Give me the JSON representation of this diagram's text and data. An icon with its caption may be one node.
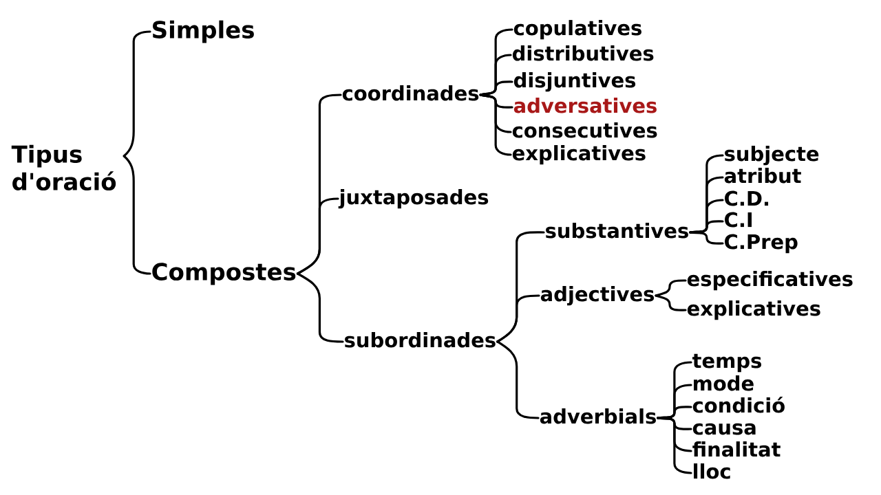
{
  "diagram": {
    "nodes": [
      {
        "text": [
          "Tipus d'oració"
        ]
      },
      {
        "text": [
          "Simples"
        ]
      },
      {
        "text": [
          "Compostes"
        ]
      },
      {
        "text": [
          "coordinades"
        ]
      },
      {
        "text": [
          "juxtaposades"
        ]
      },
      {
        "text": [
          "subordinades"
        ]
      },
      {
        "text": [
          "copulatives"
        ]
      },
      {
        "text": [
          "distributives"
        ]
      },
      {
        "text": [
          "disjuntives"
        ]
      },
      {
        "text": [
          "adversatives"
        ]
      },
      {
        "text": [
          "consecutives"
        ]
      },
      {
        "text": [
          "explicatives"
        ]
      },
      {
        "text": [
          "substantives"
        ]
      },
      {
        "text": [
          "adjectives"
        ]
      },
      {
        "text": [
          "adverbials"
        ]
      },
      {
        "text": [
          "subjecte"
        ]
      },
      {
        "text": [
          "atribut"
        ]
      },
      {
        "text": [
          "C.D."
        ]
      },
      {
        "text": [
          "C.I"
        ]
      },
      {
        "text": [
          "C.Prep"
        ]
      },
      {
        "text": [
          "especificatives"
        ]
      },
      {
        "text": [
          "explicatives"
        ]
      },
      {
        "text": [
          "temps"
        ]
      },
      {
        "text": [
          "mode"
        ]
      },
      {
        "text": [
          "condició"
        ]
      },
      {
        "text": [
          "causa"
        ]
      },
      {
        "text": [
          "finalitat"
        ]
      },
      {
        "text": [
          "lloc"
        ]
      }
    ],
    "edges": [
      {
        "from": 0,
        "to": 1,
        "arrow": "none"
      },
      {
        "from": 0,
        "to": 2,
        "arrow": "none"
      },
      {
        "from": 2,
        "to": 3,
        "arrow": "none"
      },
      {
        "from": 2,
        "to": 4,
        "arrow": "none"
      },
      {
        "from": 2,
        "to": 5,
        "arrow": "none"
      },
      {
        "from": 3,
        "to": 6,
        "arrow": "none"
      },
      {
        "from": 3,
        "to": 7,
        "arrow": "none"
      },
      {
        "from": 3,
        "to": 8,
        "arrow": "none"
      },
      {
        "from": 3,
        "to": 9,
        "arrow": "none"
      },
      {
        "from": 3,
        "to": 10,
        "arrow": "none"
      },
      {
        "from": 3,
        "to": 11,
        "arrow": "none"
      },
      {
        "from": 5,
        "to": 12,
        "arrow": "none"
      },
      {
        "from": 5,
        "to": 13,
        "arrow": "none"
      },
      {
        "from": 5,
        "to": 14,
        "arrow": "none"
      },
      {
        "from": 12,
        "to": 15,
        "arrow": "none"
      },
      {
        "from": 12,
        "to": 16,
        "arrow": "none"
      },
      {
        "from": 12,
        "to": 17,
        "arrow": "none"
      },
      {
        "from": 12,
        "to": 18,
        "arrow": "none"
      },
      {
        "from": 12,
        "to": 19,
        "arrow": "none"
      },
      {
        "from": 13,
        "to": 20,
        "arrow": "none"
      },
      {
        "from": 13,
        "to": 21,
        "arrow": "none"
      },
      {
        "from": 14,
        "to": 22,
        "arrow": "none"
      },
      {
        "from": 14,
        "to": 23,
        "arrow": "none"
      },
      {
        "from": 14,
        "to": 24,
        "arrow": "none"
      },
      {
        "from": 14,
        "to": 25,
        "arrow": "none"
      },
      {
        "from": 14,
        "to": 26,
        "arrow": "none"
      },
      {
        "from": 14,
        "to": 27,
        "arrow": "none"
      }
    ]
  }
}
